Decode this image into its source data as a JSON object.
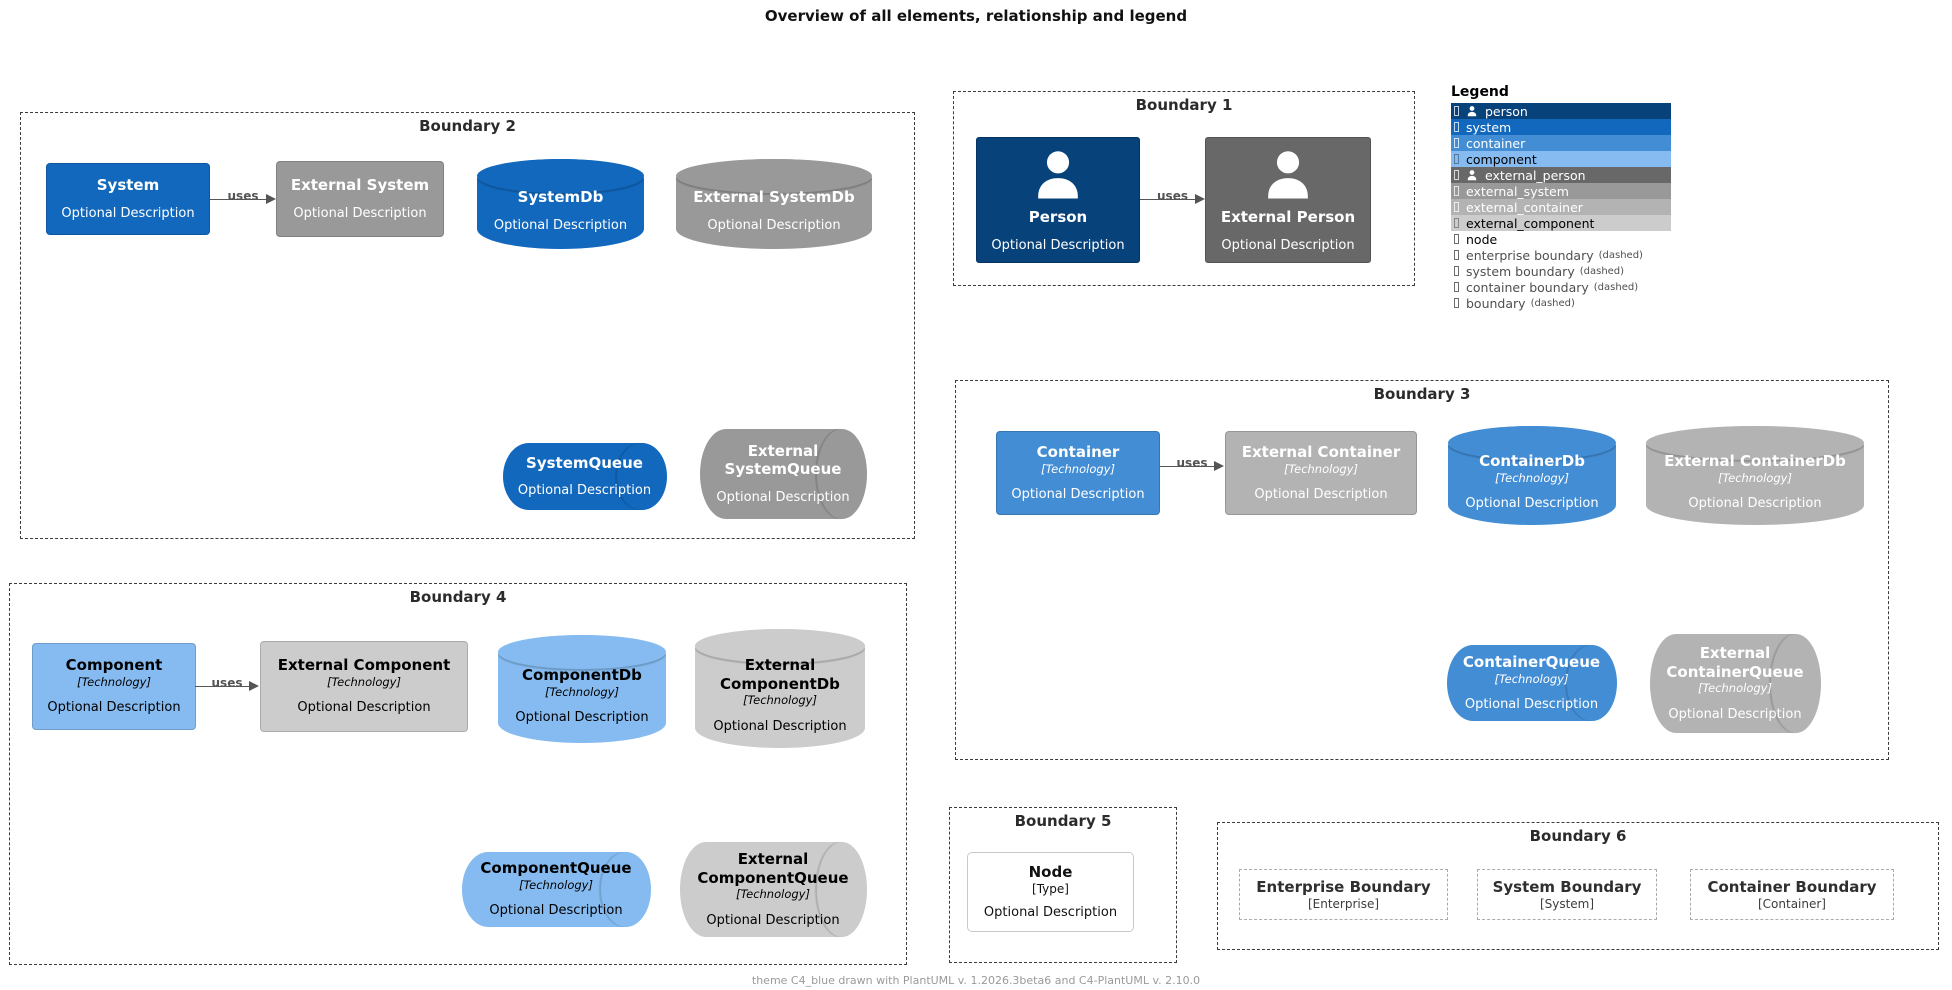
{
  "title": "Overview of all elements, relationship and legend",
  "footer": "theme C4_blue drawn with PlantUML v. 1.2026.3beta6 and C4-PlantUML v. 2.10.0",
  "relationship_label": "uses",
  "colors": {
    "person": "#08427B",
    "system": "#1168BD",
    "container": "#438DD5",
    "component": "#85BBF0",
    "external_person": "#686868",
    "external_system": "#999999",
    "external_container": "#B3B3B3",
    "external_component": "#CCCCCC",
    "boundary_border": "#3b3b3b",
    "relationship": "#555555"
  },
  "boundaries": {
    "b1": "Boundary 1",
    "b2": "Boundary 2",
    "b3": "Boundary 3",
    "b4": "Boundary 4",
    "b5": "Boundary 5",
    "b6": "Boundary 6"
  },
  "elements": {
    "person": {
      "name": "Person",
      "desc": "Optional Description"
    },
    "external_person": {
      "name": "External Person",
      "desc": "Optional Description"
    },
    "system": {
      "name": "System",
      "desc": "Optional Description"
    },
    "external_system": {
      "name": "External System",
      "desc": "Optional Description"
    },
    "systemdb": {
      "name": "SystemDb",
      "desc": "Optional Description"
    },
    "external_systemdb": {
      "name": "External SystemDb",
      "desc": "Optional Description"
    },
    "systemqueue": {
      "name": "SystemQueue",
      "desc": "Optional Description"
    },
    "external_systemqueue": {
      "name": "External SystemQueue",
      "desc": "Optional Description"
    },
    "container": {
      "name": "Container",
      "tech": "[Technology]",
      "desc": "Optional Description"
    },
    "external_container": {
      "name": "External Container",
      "tech": "[Technology]",
      "desc": "Optional Description"
    },
    "containerdb": {
      "name": "ContainerDb",
      "tech": "[Technology]",
      "desc": "Optional Description"
    },
    "external_containerdb": {
      "name": "External ContainerDb",
      "tech": "[Technology]",
      "desc": "Optional Description"
    },
    "containerqueue": {
      "name": "ContainerQueue",
      "tech": "[Technology]",
      "desc": "Optional Description"
    },
    "external_containerqueue": {
      "name": "External ContainerQueue",
      "tech": "[Technology]",
      "desc": "Optional Description"
    },
    "component": {
      "name": "Component",
      "tech": "[Technology]",
      "desc": "Optional Description"
    },
    "external_component": {
      "name": "External Component",
      "tech": "[Technology]",
      "desc": "Optional Description"
    },
    "componentdb": {
      "name": "ComponentDb",
      "tech": "[Technology]",
      "desc": "Optional Description"
    },
    "external_componentdb": {
      "name": "External ComponentDb",
      "tech": "[Technology]",
      "desc": "Optional Description"
    },
    "componentqueue": {
      "name": "ComponentQueue",
      "tech": "[Technology]",
      "desc": "Optional Description"
    },
    "external_componentqueue": {
      "name": "External ComponentQueue",
      "tech": "[Technology]",
      "desc": "Optional Description"
    },
    "node": {
      "name": "Node",
      "tech": "[Type]",
      "desc": "Optional Description"
    },
    "enterprise_boundary": {
      "name": "Enterprise Boundary",
      "tech": "[Enterprise]"
    },
    "system_boundary": {
      "name": "System Boundary",
      "tech": "[System]"
    },
    "container_boundary": {
      "name": "Container Boundary",
      "tech": "[Container]"
    }
  },
  "legend": {
    "title": "Legend",
    "rows": [
      {
        "label": "person"
      },
      {
        "label": "system"
      },
      {
        "label": "container"
      },
      {
        "label": "component"
      },
      {
        "label": "external_person"
      },
      {
        "label": "external_system"
      },
      {
        "label": "external_container"
      },
      {
        "label": "external_component"
      },
      {
        "label": "node"
      },
      {
        "label": "enterprise boundary",
        "suffix": "(dashed)"
      },
      {
        "label": "system boundary",
        "suffix": "(dashed)"
      },
      {
        "label": "container boundary",
        "suffix": "(dashed)"
      },
      {
        "label": "boundary",
        "suffix": "(dashed)"
      }
    ]
  }
}
